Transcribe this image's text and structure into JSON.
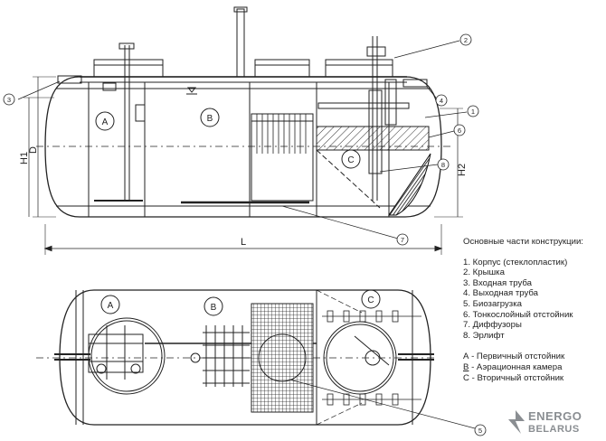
{
  "legend": {
    "title": "Основные части конструкции:",
    "parts": [
      "1. Корпус (стеклопластик)",
      "2. Крышка",
      "3. Входная труба",
      "4. Выходная труба",
      "5. Биозагрузка",
      "6. Тонкослойный отстойник",
      "7. Диффузоры",
      "8. Эрлифт"
    ],
    "zones": [
      {
        "letter": "А",
        "text": " - Первичный отстойник"
      },
      {
        "letter": "В",
        "text": " - Аэрационная камера"
      },
      {
        "letter": "С",
        "text": " - Вторичный отстойник"
      }
    ]
  },
  "side_view": {
    "zone_labels": [
      "А",
      "В",
      "С"
    ],
    "callouts": [
      "1",
      "2",
      "3",
      "4",
      "6",
      "7",
      "8"
    ],
    "dims": {
      "diameter": "D",
      "h1": "H1",
      "h2": "H2",
      "length": "L"
    }
  },
  "plan_view": {
    "zone_labels": [
      "А",
      "В",
      "С"
    ],
    "callouts": [
      "5"
    ]
  },
  "logo": {
    "line1": "ENERGO",
    "line2": "BELARUS",
    "mark_color": "#8a8e92"
  }
}
